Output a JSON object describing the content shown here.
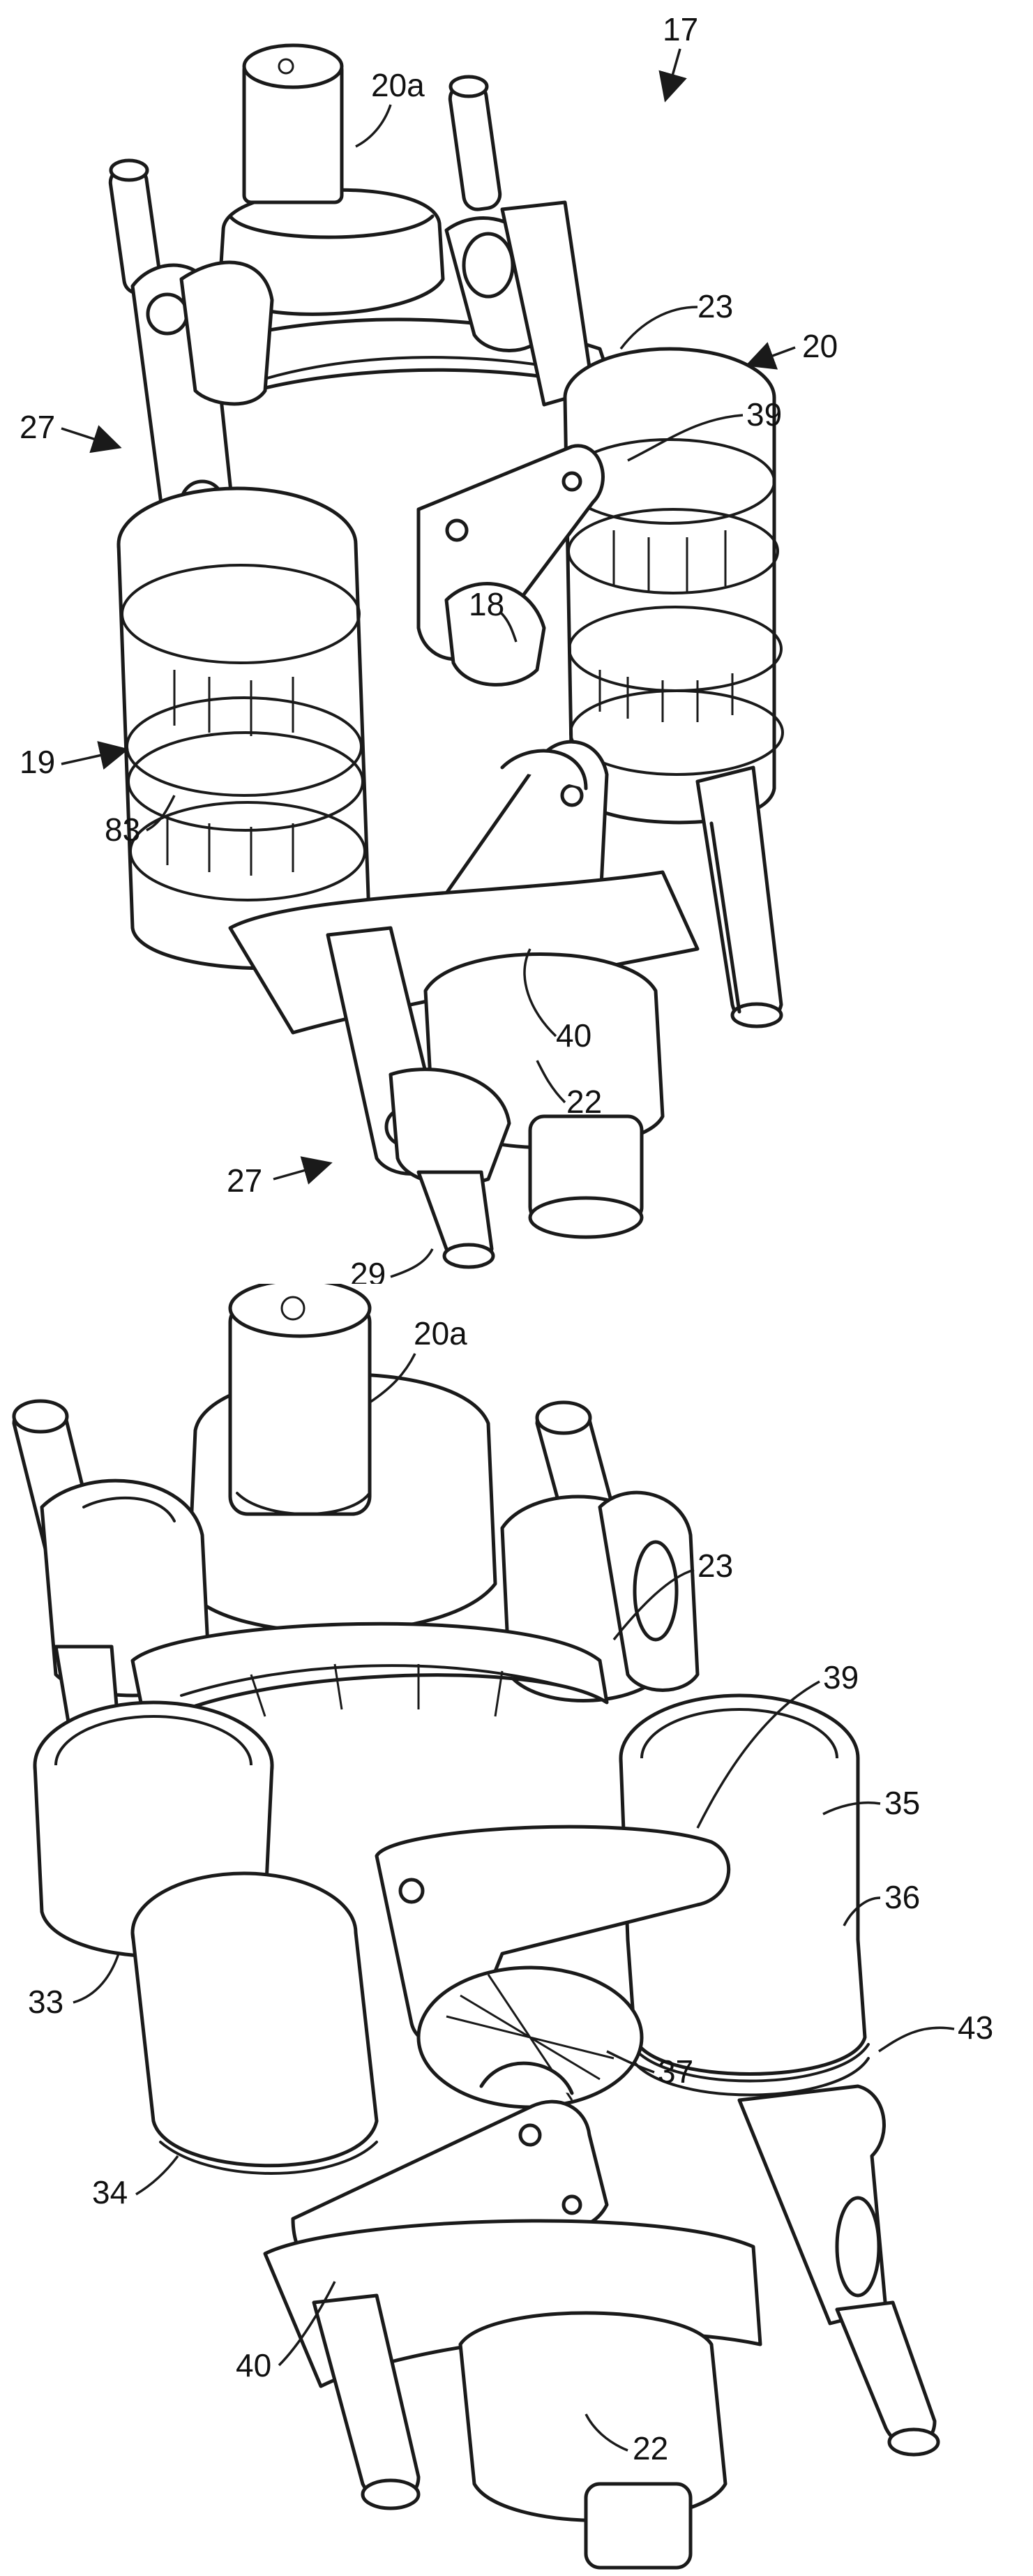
{
  "figures": [
    {
      "labels": {
        "l17": "17",
        "l20a": "20a",
        "l23": "23",
        "l20": "20",
        "l39": "39",
        "l27a": "27",
        "l18": "18",
        "l19": "19",
        "l83": "83",
        "l40": "40",
        "l22": "22",
        "l27b": "27",
        "l29": "29"
      }
    },
    {
      "labels": {
        "l20a": "20a",
        "l23": "23",
        "l39": "39",
        "l35": "35",
        "l36": "36",
        "l33": "33",
        "l43": "43",
        "l37": "37",
        "l34": "34",
        "l40": "40",
        "l22": "22"
      }
    }
  ]
}
